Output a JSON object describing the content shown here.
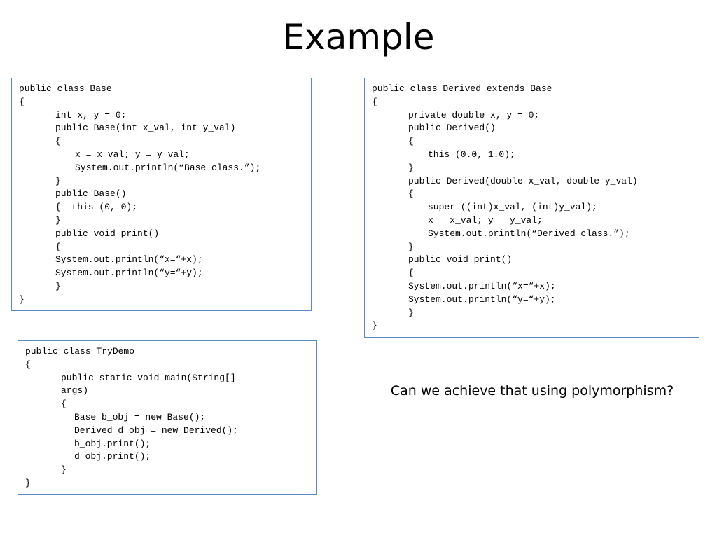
{
  "title": "Example",
  "question": "Can we achieve that using polymorphism?",
  "base_class": [
    "public class Base",
    "{",
    "int x, y = 0;",
    "public Base(int x_val, int y_val)",
    "{",
    "x = x_val; y = y_val;",
    "System.out.println(“Base class.”);",
    "}",
    "public Base()",
    "{  this (0, 0);",
    "}",
    "public void print()",
    "{",
    "System.out.println(“x=“+x);",
    "System.out.println(“y=“+y);",
    "}",
    "}"
  ],
  "derived_class": [
    "public class Derived extends Base",
    "{",
    "private double x, y = 0;",
    "public Derived()",
    "{",
    "this (0.0, 1.0);",
    "}",
    "public Derived(double x_val, double y_val)",
    "{",
    "super ((int)x_val, (int)y_val);",
    "x = x_val; y = y_val;",
    "System.out.println(“Derived class.”);",
    "}",
    "public void print()",
    "{",
    "System.out.println(“x=“+x);",
    "System.out.println(“y=“+y);",
    "}",
    "}"
  ],
  "trydemo_class": [
    "public class TryDemo",
    "{",
    "public static void main(String[]",
    "args)",
    "{",
    "Base b_obj = new Base();",
    "Derived d_obj = new Derived();",
    "b_obj.print();",
    "d_obj.print();",
    "}",
    "}"
  ]
}
